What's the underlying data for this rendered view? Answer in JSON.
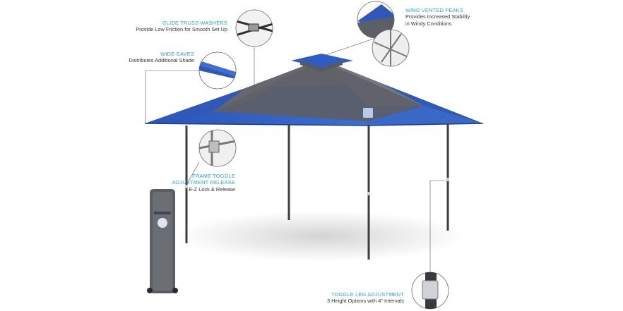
{
  "colors": {
    "accent": "#2aa3c8",
    "canopy_blue": "#2f58b8",
    "canopy_gray": "#6e7076",
    "text": "#333333"
  },
  "callouts": {
    "glide_truss": {
      "title": "GLIDE TRUSS WASHERS",
      "desc": "Provide Low Friction for Smooth Set Up"
    },
    "wide_eaves": {
      "title": "WIDE-EAVES",
      "desc": "Distributes Additional Shade"
    },
    "wind_vented": {
      "title": "WIND VENTED PEAKS",
      "desc1": "Provides Increased Stability",
      "desc2": "in Windy Conditions"
    },
    "frame_toggle": {
      "title1": "FRAME TOGGLE",
      "title2": "ADJUSTMENT RELEASE",
      "desc": "E-Z Lock & Release"
    },
    "toggle_leg": {
      "title": "TOGGLE LEG ADJUSTMENT",
      "desc": "3 Height Options with 4\" Intervals"
    }
  }
}
